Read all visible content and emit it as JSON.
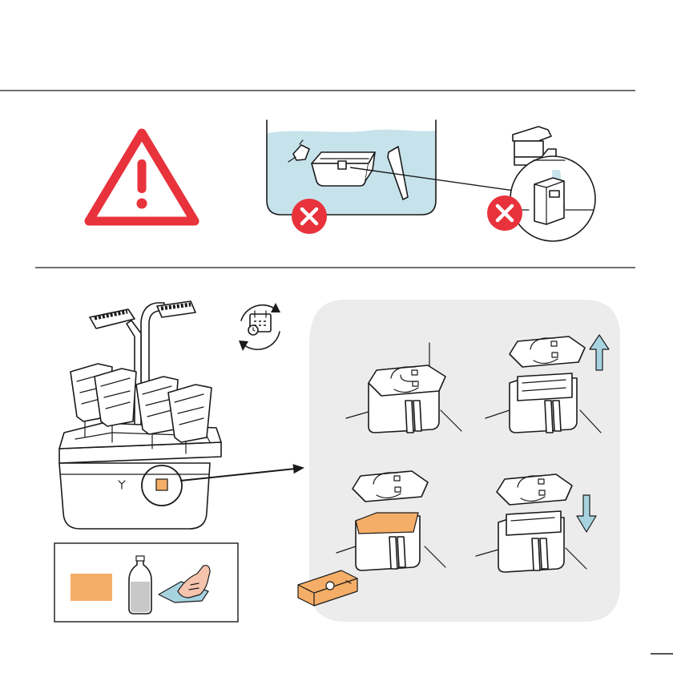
{
  "colors": {
    "warning_red": "#e8323c",
    "error_red": "#e8323c",
    "water_blue": "#c6e3ec",
    "panel_gray": "#ececec",
    "sponge_orange": "#f5ae67",
    "arrow_blue": "#a7d3df",
    "line_black": "#1a1a1a"
  },
  "icons": {
    "warning": "warning-triangle-icon",
    "no_dishwasher": "close-icon",
    "no_tap": "close-icon",
    "calendar_cycle": "calendar-refresh-icon",
    "arrow_up": "arrow-up-icon",
    "arrow_down": "arrow-down-icon"
  },
  "section_warnings": {
    "items": [
      "warning-sign",
      "no-submerging-parts",
      "no-rinsing-under-tap"
    ]
  },
  "section_maintenance": {
    "steps": [
      "float-installed",
      "lift-float-cover",
      "insert-new-sponge",
      "lower-float-cover"
    ]
  }
}
